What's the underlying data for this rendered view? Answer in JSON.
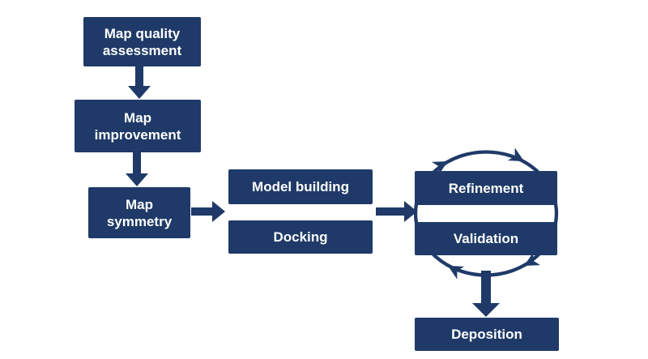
{
  "colors": {
    "diagram": "#1f3a68",
    "node_text": "#ffffff",
    "background": "#ffffff"
  },
  "diagram": {
    "type": "flowchart",
    "nodes": [
      {
        "id": "map-quality-assessment",
        "label": "Map quality assessment"
      },
      {
        "id": "map-improvement",
        "label": "Map improvement"
      },
      {
        "id": "map-symmetry",
        "label": "Map symmetry"
      },
      {
        "id": "model-building",
        "label": "Model building"
      },
      {
        "id": "docking",
        "label": "Docking"
      },
      {
        "id": "refinement",
        "label": "Refinement"
      },
      {
        "id": "validation",
        "label": "Validation"
      },
      {
        "id": "deposition",
        "label": "Deposition"
      }
    ],
    "edges": [
      {
        "from": "map-quality-assessment",
        "to": "map-improvement",
        "style": "block-arrow-down"
      },
      {
        "from": "map-improvement",
        "to": "map-symmetry",
        "style": "block-arrow-down"
      },
      {
        "from": "map-symmetry",
        "to": "model-building+docking",
        "style": "block-arrow-right"
      },
      {
        "from": "model-building+docking",
        "to": "refinement+validation",
        "style": "block-arrow-right"
      },
      {
        "from": "refinement",
        "to": "validation",
        "style": "circular-cycle-clockwise"
      },
      {
        "from": "refinement+validation",
        "to": "deposition",
        "style": "block-arrow-down"
      }
    ]
  }
}
